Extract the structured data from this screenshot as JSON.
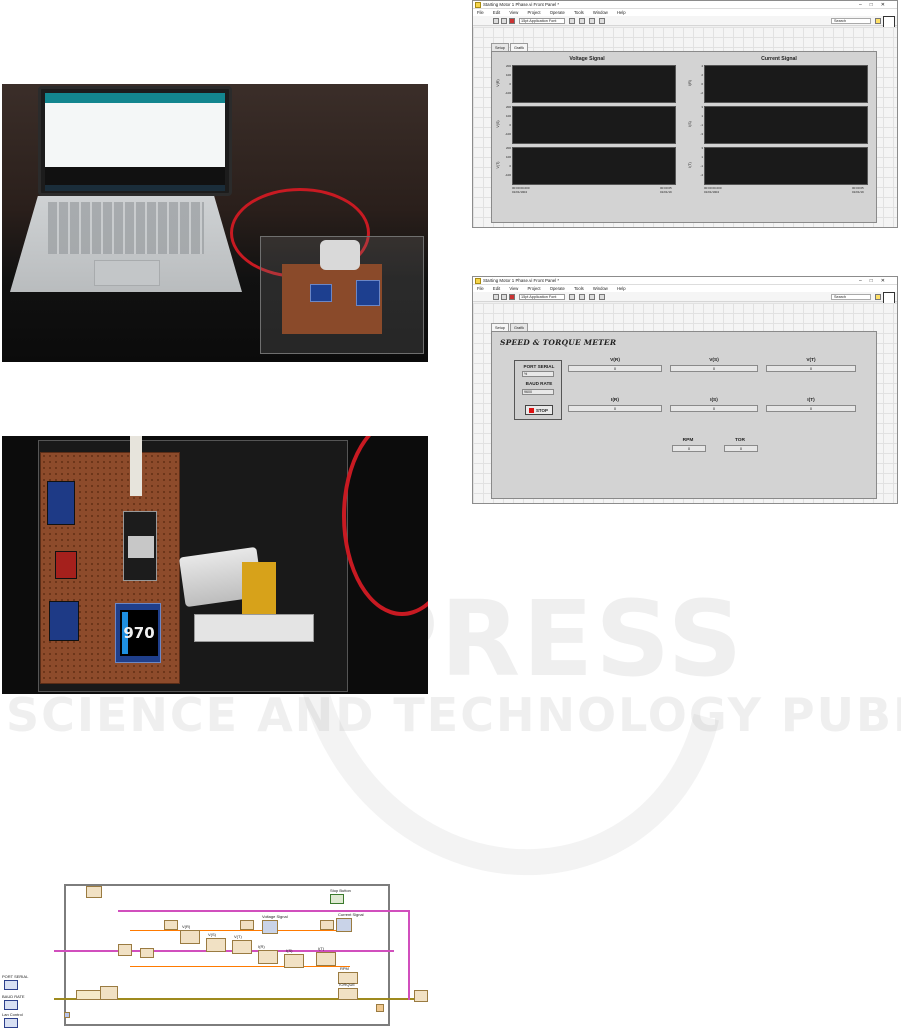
{
  "watermark": {
    "main": "SCITEPRESS",
    "sub": "SCIENCE AND TECHNOLOGY PUBLICATIONS"
  },
  "photo2": {
    "oled_value": "970"
  },
  "lv_window_a": {
    "title": "Starting Motor 1 Phase.vi Front Panel *",
    "menu": [
      "File",
      "Edit",
      "View",
      "Project",
      "Operate",
      "Tools",
      "Window",
      "Help"
    ],
    "font": "15pt Application Font",
    "search": "Search",
    "tabs": [
      "Setup",
      "Grafik"
    ],
    "voltage_title": "Voltage Signal",
    "current_title": "Current Signal",
    "voltage_axes": [
      "V(R)",
      "V(S)",
      "V(T)"
    ],
    "current_axes": [
      "I(R)",
      "I(S)",
      "I(T)"
    ],
    "voltage_ticks": [
      "200",
      "150",
      "100",
      "50",
      "0",
      "-50",
      "-100",
      "-150",
      "-200"
    ],
    "current_ticks": [
      "4",
      "3",
      "2",
      "1",
      "0",
      "-1",
      "-2",
      "-3",
      "-4"
    ],
    "x_start_time": "00:00:00.000",
    "x_start_date": "01/01/1904",
    "x_end_time": "00:00:05",
    "x_end_date": "01/01/19"
  },
  "lv_window_b": {
    "title": "Starting Motor 1 Phase.vi Front Panel *",
    "menu": [
      "File",
      "Edit",
      "View",
      "Project",
      "Operate",
      "Tools",
      "Window",
      "Help"
    ],
    "font": "15pt Application Font",
    "search": "Search",
    "tabs": [
      "Setup",
      "Grafik"
    ],
    "meter_title": "SPEED & TORQUE METER",
    "port_label": "PORT SERIAL",
    "port_value": "%",
    "baud_label": "BAUD RATE",
    "baud_value": "9600",
    "stop_label": "STOP",
    "voltages": [
      {
        "label": "V(R)",
        "value": "0"
      },
      {
        "label": "V(S)",
        "value": "0"
      },
      {
        "label": "V(T)",
        "value": "0"
      }
    ],
    "currents": [
      {
        "label": "I(R)",
        "value": "0"
      },
      {
        "label": "I(S)",
        "value": "0"
      },
      {
        "label": "I(T)",
        "value": "0"
      }
    ],
    "rpm": {
      "label": "RPM",
      "value": "0"
    },
    "tor": {
      "label": "TOR",
      "value": "0"
    }
  },
  "block_diagram": {
    "stop_button": "Stop Button",
    "voltage_signal": "Voltage Signal",
    "current_signal": "Current Signal",
    "port_serial": "PORT SERIAL",
    "baud_rate": "BAUD RATE",
    "lan_control": "Lan Control",
    "vr": "V(R)",
    "vs": "V(S)",
    "vt": "V(T)",
    "ir": "I(R)",
    "is": "I(S)",
    "it": "I(T)",
    "rpm": "RPM",
    "torque": "TORQUE"
  }
}
